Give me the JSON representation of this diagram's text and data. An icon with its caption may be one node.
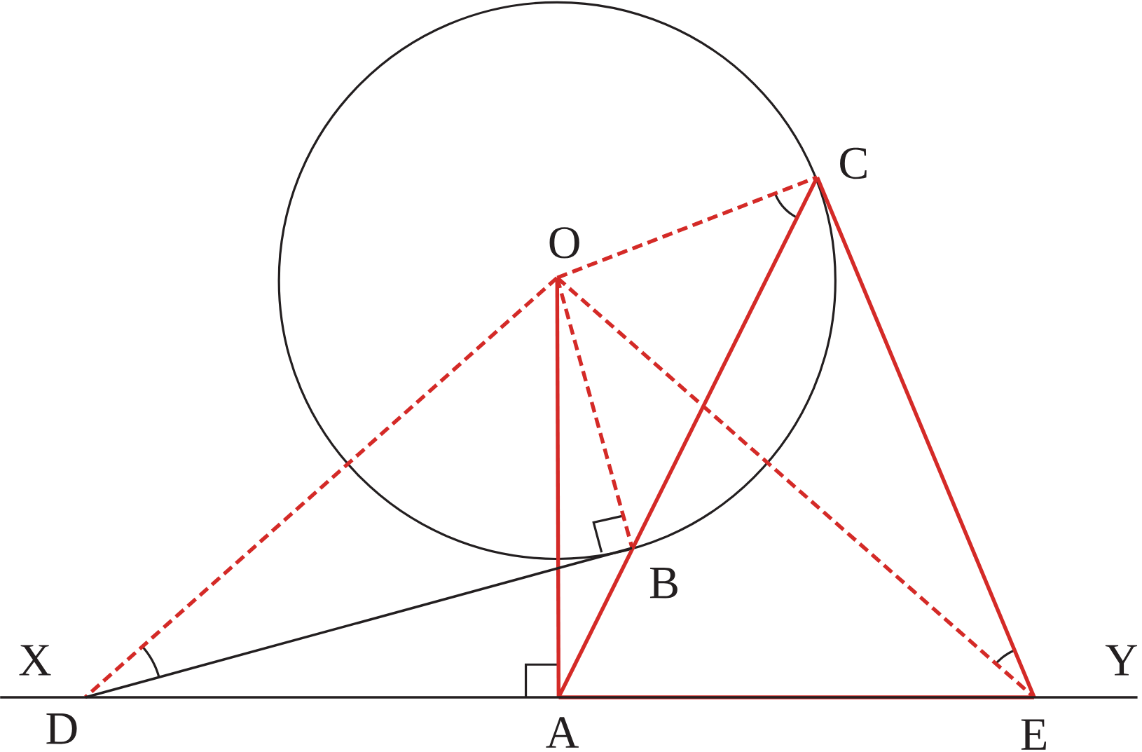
{
  "diagram": {
    "nodes": [
      {
        "text": [
          "O"
        ]
      },
      {
        "text": [
          "C"
        ]
      },
      {
        "text": [
          "B"
        ]
      },
      {
        "text": [
          "X"
        ]
      },
      {
        "text": [
          "Y"
        ]
      },
      {
        "text": [
          "D"
        ]
      },
      {
        "text": [
          "A"
        ]
      },
      {
        "text": [
          "E"
        ]
      }
    ],
    "edges": [
      {
        "from": 0,
        "to": 1,
        "arrow": "none",
        "style": "dashed"
      },
      {
        "from": 0,
        "to": 5,
        "arrow": "none",
        "style": "dashed"
      },
      {
        "from": 0,
        "to": 2,
        "arrow": "none",
        "style": "dashed"
      },
      {
        "from": 0,
        "to": 7,
        "arrow": "none",
        "style": "dashed"
      },
      {
        "from": 0,
        "to": 6,
        "arrow": "none"
      },
      {
        "from": 6,
        "to": 1,
        "arrow": "none"
      },
      {
        "from": 1,
        "to": 7,
        "arrow": "none"
      },
      {
        "from": 6,
        "to": 7,
        "arrow": "none"
      },
      {
        "from": 5,
        "to": 2,
        "arrow": "none",
        "color": "#231f20"
      },
      {
        "from": 3,
        "to": 4,
        "arrow": "none",
        "color": "#231f20"
      }
    ]
  }
}
